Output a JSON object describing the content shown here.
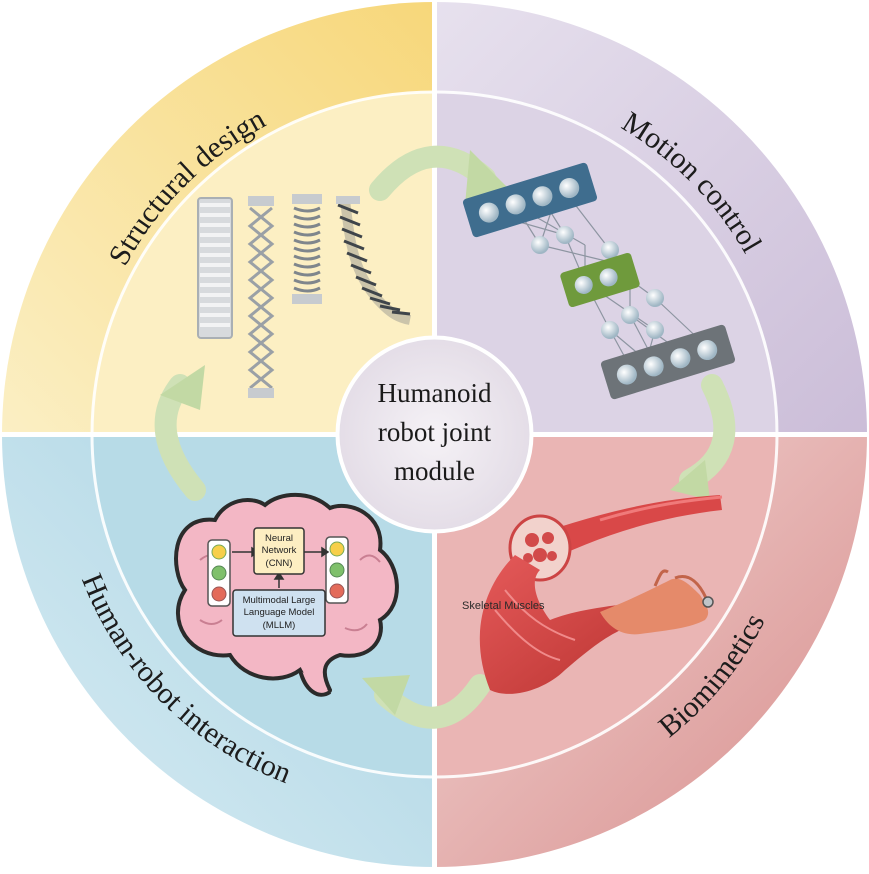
{
  "center": {
    "line1": "Humanoid",
    "line2": "robot joint",
    "line3": "module"
  },
  "quadrants": {
    "top_left": "Structural design",
    "top_right": "Motion control",
    "bottom_right": "Biomimetics",
    "bottom_left": "Human-robot interaction"
  },
  "brain": {
    "top_box_line1": "Neural",
    "top_box_line2": "Network",
    "top_box_line3": "(CNN)",
    "bottom_box_line1": "Multimodal Large",
    "bottom_box_line2": "Language Model",
    "bottom_box_line3": "(MLLM)"
  },
  "muscle_label": "Skeletal Muscles",
  "colors": {
    "structural": "#fbe9b0",
    "motion": "#ddd4e6",
    "biomimetics": "#e9b9b8",
    "interaction": "#b9dce8",
    "arrow": "#cfe1b6"
  }
}
